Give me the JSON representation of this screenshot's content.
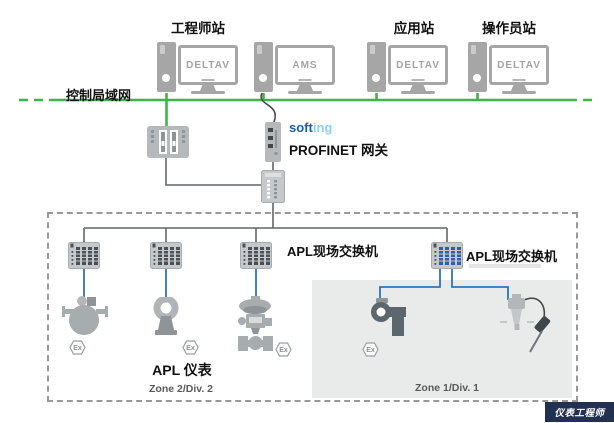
{
  "colors": {
    "lan_green": "#3cb54a",
    "apl_blue": "#2e75b6",
    "device_gray": "#b5b9bb",
    "hazard_zone_gray": "#e9eaea",
    "watermark_navy": "#223052",
    "softing_dark_blue": "#1f5ca8",
    "softing_light_blue": "#8fd0f0"
  },
  "lan": {
    "label": "控制局域网"
  },
  "stations": [
    {
      "label": "工程师站",
      "screen": "DELTAV"
    },
    {
      "screen": "AMS"
    },
    {
      "label": "应用站",
      "screen": "DELTAV"
    },
    {
      "label": "操作员站",
      "screen": "DELTAV"
    }
  ],
  "gateway": {
    "brand_bold": "soft",
    "brand_light": "ing",
    "label": "PROFINET 网关"
  },
  "field": {
    "switch_label_left": "APL现场交换机",
    "switch_label_right": "APL现场交换机",
    "instruments_label": "APL 仪表",
    "zone_left": "Zone 2/Div. 2",
    "zone_right": "Zone 1/Div. 1",
    "ex_mark": "Ex"
  },
  "watermark": {
    "text": "仪表工程师"
  }
}
